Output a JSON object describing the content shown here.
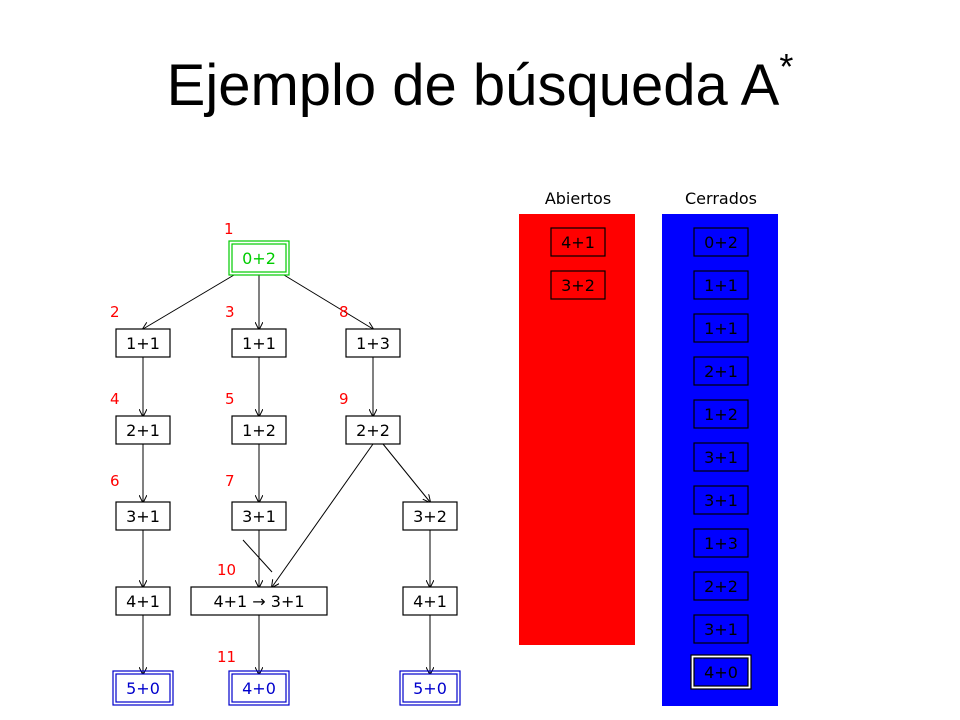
{
  "title": "Ejemplo de búsqueda A",
  "title_sup": "*",
  "colors": {
    "order_label": "#ff0000",
    "root_border": "#00cc00",
    "root_text": "#00cc00",
    "goal_border": "#0000cc",
    "goal_text": "#0000cc",
    "open_panel": "#ff0000",
    "closed_panel": "#0000ff"
  },
  "tree": {
    "nodes": [
      {
        "id": "root",
        "label": "0+2",
        "kind": "root",
        "order": "1"
      },
      {
        "id": "a1",
        "label": "1+1",
        "kind": "normal",
        "order": "2"
      },
      {
        "id": "b1",
        "label": "1+1",
        "kind": "normal",
        "order": "3"
      },
      {
        "id": "c1",
        "label": "1+3",
        "kind": "normal",
        "order": "8"
      },
      {
        "id": "a2",
        "label": "2+1",
        "kind": "normal",
        "order": "4"
      },
      {
        "id": "b2",
        "label": "1+2",
        "kind": "normal",
        "order": "5"
      },
      {
        "id": "c2",
        "label": "2+2",
        "kind": "normal",
        "order": "9"
      },
      {
        "id": "a3",
        "label": "3+1",
        "kind": "normal",
        "order": "6"
      },
      {
        "id": "b3",
        "label": "3+1",
        "kind": "normal",
        "order": "7"
      },
      {
        "id": "c3",
        "label": "3+2",
        "kind": "normal",
        "order": ""
      },
      {
        "id": "a4",
        "label": "4+1",
        "kind": "normal",
        "order": ""
      },
      {
        "id": "b4",
        "label": "4+1 → 3+1",
        "kind": "normal",
        "order": "10"
      },
      {
        "id": "c4",
        "label": "4+1",
        "kind": "normal",
        "order": ""
      },
      {
        "id": "a5",
        "label": "5+0",
        "kind": "goal",
        "order": ""
      },
      {
        "id": "b5",
        "label": "4+0",
        "kind": "goal",
        "order": "11"
      },
      {
        "id": "c5",
        "label": "5+0",
        "kind": "goal",
        "order": ""
      }
    ],
    "edges": [
      [
        "root",
        "a1"
      ],
      [
        "root",
        "b1"
      ],
      [
        "root",
        "c1"
      ],
      [
        "a1",
        "a2"
      ],
      [
        "b1",
        "b2"
      ],
      [
        "c1",
        "c2"
      ],
      [
        "a2",
        "a3"
      ],
      [
        "b2",
        "b3"
      ],
      [
        "c2",
        "c3"
      ],
      [
        "a3",
        "a4"
      ],
      [
        "b3",
        "b4"
      ],
      [
        "c2",
        "b4"
      ],
      [
        "c3",
        "c4"
      ],
      [
        "a4",
        "a5"
      ],
      [
        "b4",
        "b5"
      ],
      [
        "c4",
        "c5"
      ]
    ]
  },
  "open_list": {
    "title": "Abiertos",
    "items": [
      "4+1",
      "3+2"
    ]
  },
  "closed_list": {
    "title": "Cerrados",
    "items": [
      "0+2",
      "1+1",
      "1+1",
      "2+1",
      "1+2",
      "3+1",
      "3+1",
      "1+3",
      "2+2",
      "3+1",
      "4+0"
    ],
    "highlighted_index": 10
  }
}
